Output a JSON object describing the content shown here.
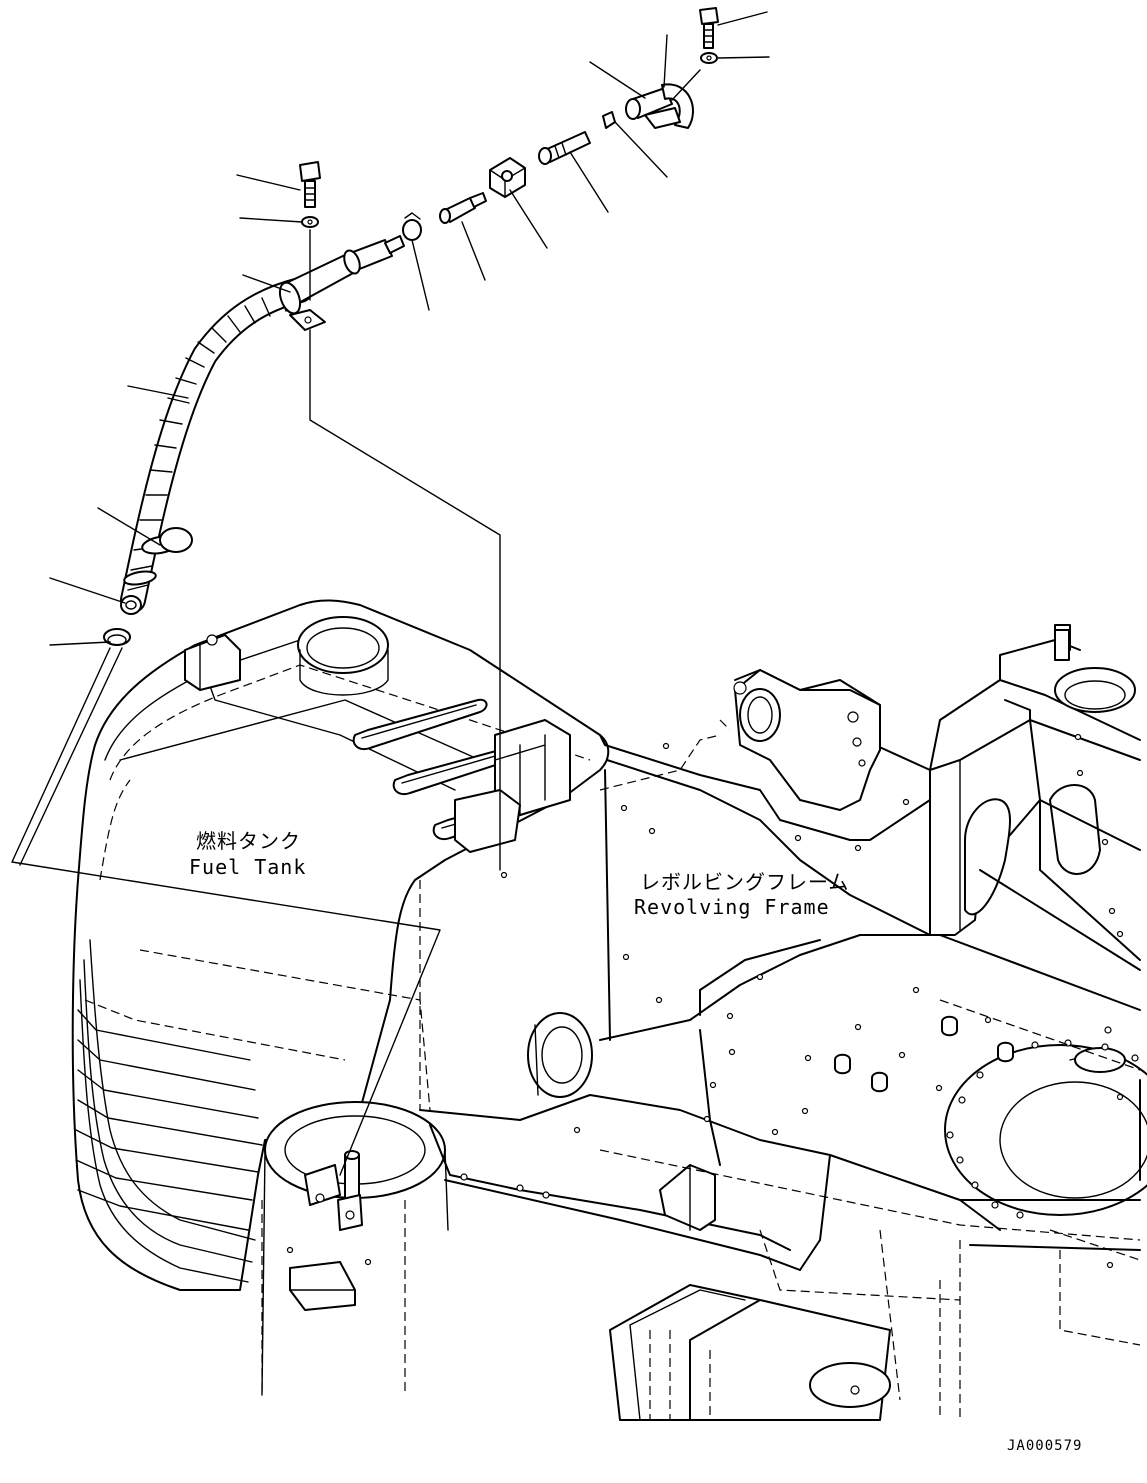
{
  "labels": {
    "fuel_tank_ja": "燃料タンク",
    "fuel_tank_en": "Fuel Tank",
    "frame_ja": "レボルビングフレーム",
    "frame_en": "Revolving Frame"
  },
  "drawing_code": "JA000579",
  "colors": {
    "line": "#000000",
    "background": "#ffffff"
  }
}
